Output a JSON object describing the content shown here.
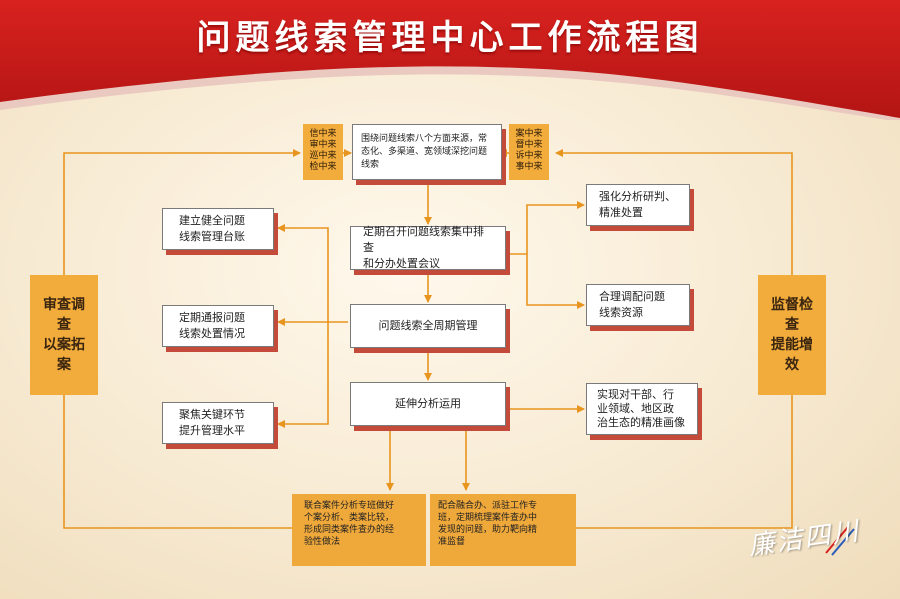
{
  "title": "问题线索管理中心工作流程图",
  "colors": {
    "header_red": "#cf1f1c",
    "box_shadow": "#c44a3a",
    "orange": "#f2ac3b",
    "arrow": "#e8951f"
  },
  "sources_box": {
    "lines": [
      "围绕问题线索八个方面来源，常",
      "态化、多渠道、宽领域深挖问题",
      "线索"
    ]
  },
  "tags": {
    "left": {
      "lines": [
        "信中来",
        "审中来",
        "巡中来",
        "检中来"
      ]
    },
    "right": {
      "lines": [
        "案中来",
        "督中来",
        "诉中来",
        "事中来"
      ]
    }
  },
  "main_steps": {
    "meeting": {
      "lines": [
        "定期召开问题线索集中排查",
        "和分办处置会议"
      ]
    },
    "lifecycle": {
      "lines": [
        "问题线索全周期管理"
      ]
    },
    "extend": {
      "lines": [
        "延伸分析运用"
      ]
    }
  },
  "left_boxes": {
    "ledger": {
      "lines": [
        "建立健全问题",
        "线索管理台账"
      ]
    },
    "report": {
      "lines": [
        "定期通报问题",
        "线索处置情况"
      ]
    },
    "focus": {
      "lines": [
        "聚焦关键环节",
        "提升管理水平"
      ]
    }
  },
  "right_boxes": {
    "analyze": {
      "lines": [
        "强化分析研判、",
        "精准处置"
      ]
    },
    "allocate": {
      "lines": [
        "合理调配问题",
        "线索资源"
      ]
    },
    "portrait": {
      "lines": [
        "实现对干部、行",
        "业领域、地区政",
        "治生态的精准画像"
      ]
    }
  },
  "bottom_boxes": {
    "joint_case": {
      "lines": [
        "联合案件分析专班做好",
        "个案分析、类案比较，",
        "形成同类案件查办的经",
        "验性做法"
      ]
    },
    "coordinate": {
      "lines": [
        "配合融合办、派驻工作专",
        "班，定期梳理案件查办中",
        "发现的问题，助力靶向精",
        "准监督"
      ]
    }
  },
  "side_labels": {
    "left": {
      "lines": [
        "审查调查",
        "以案拓案"
      ]
    },
    "right": {
      "lines": [
        "监督检查",
        "提能增效"
      ]
    }
  },
  "logo": {
    "text": "廉洁四川"
  }
}
